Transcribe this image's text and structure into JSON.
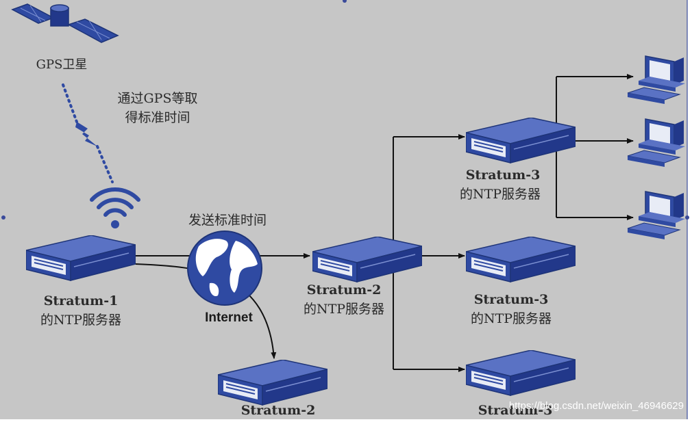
{
  "satellite": {
    "label": "GPS卫星"
  },
  "gps_note": {
    "line1": "通过GPS等取",
    "line2": "得标准时间"
  },
  "send_note": "发送标准时间",
  "internet": "Internet",
  "stratum1": {
    "line1": "Stratum-1",
    "line2": "的NTP服务器"
  },
  "stratum2_mid": {
    "line1": "Stratum-2",
    "line2": "的NTP服务器"
  },
  "stratum2_bottom": {
    "line1": "Stratum-2"
  },
  "stratum3_top": {
    "line1": "Stratum-3",
    "line2": "的NTP服务器"
  },
  "stratum3_mid": {
    "line1": "Stratum-3",
    "line2": "的NTP服务器"
  },
  "stratum3_bottom": {
    "line1": "Stratum-3"
  },
  "watermark": "https://blog.csdn.net/weixin_46946629",
  "colors": {
    "background": "#c6c6c6",
    "device": "#2f4aa2",
    "device_dark": "#1e3478",
    "line": "#111111"
  }
}
